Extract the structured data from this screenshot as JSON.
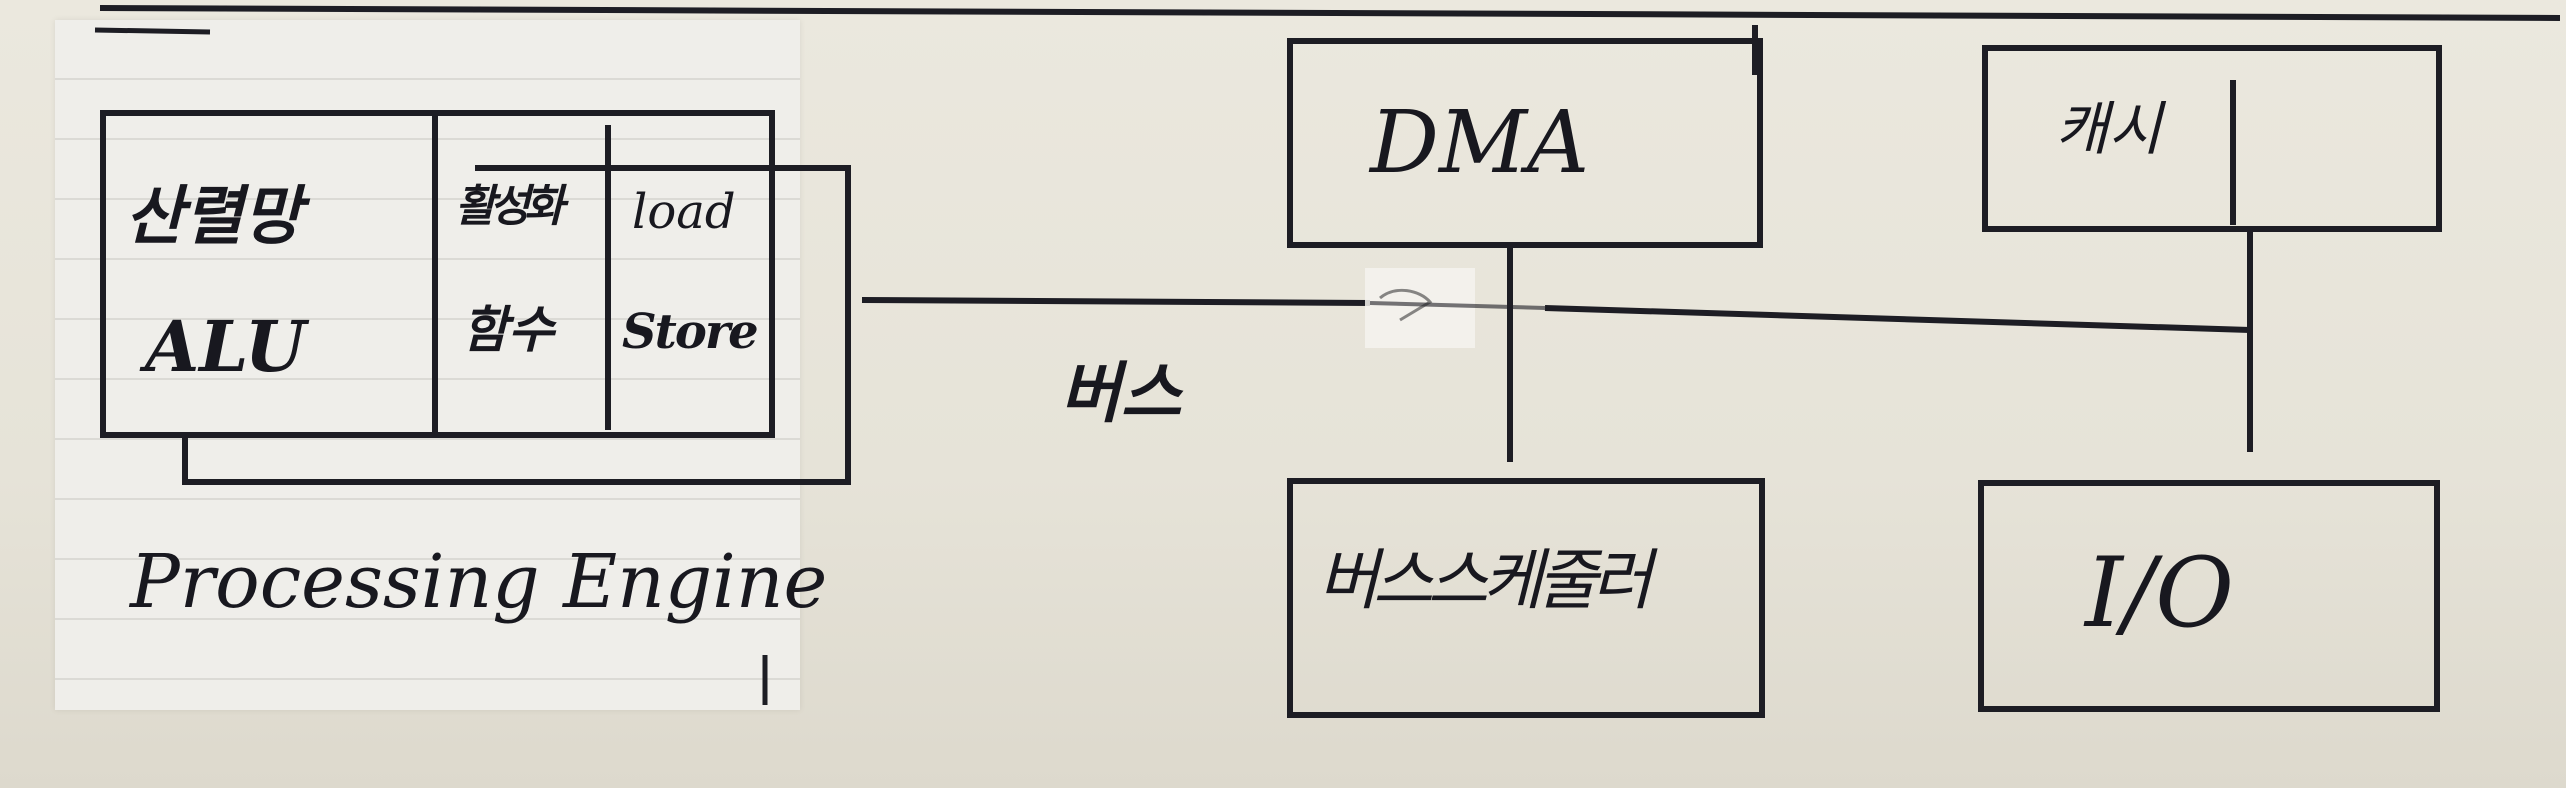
{
  "diagram": {
    "processing_engine": {
      "label": "Processing Engine",
      "cells": {
        "alu": {
          "line1": "산렬망",
          "line2": "ALU"
        },
        "special": {
          "line1": "활성화",
          "line2": "함수"
        },
        "loadstore": {
          "line1": "load",
          "line2": "Store"
        }
      }
    },
    "bus_label": "버스",
    "dma": {
      "label": "DMA"
    },
    "cache": {
      "label": "캐시"
    },
    "bus_scheduler": {
      "label": "버스스케줄러"
    },
    "io": {
      "label": "I/O"
    },
    "colors": {
      "ink": "#1d1d24",
      "paper": "#e9e6dc"
    }
  }
}
